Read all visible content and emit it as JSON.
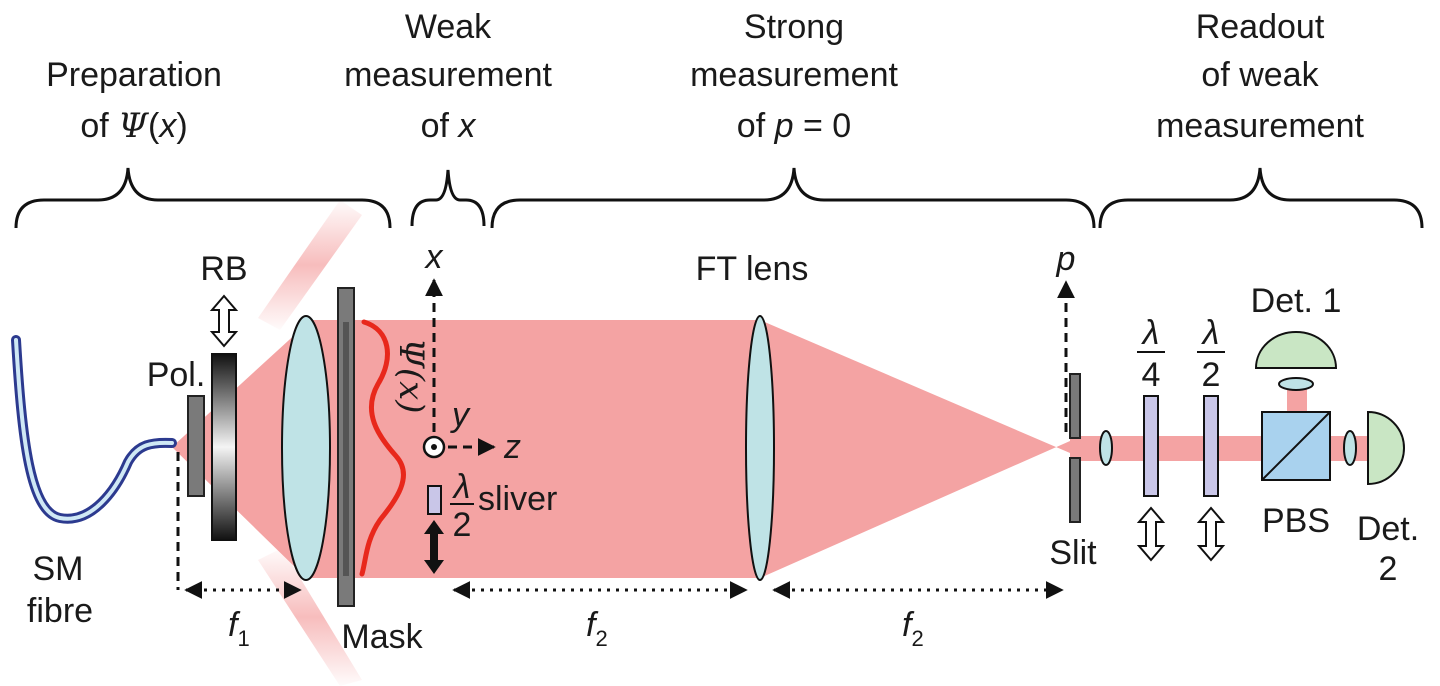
{
  "sections": {
    "preparation": [
      "Preparation",
      "of ",
      "Ψ",
      "(",
      "x",
      ")"
    ],
    "weak": [
      "Weak",
      "measurement",
      "of ",
      "x"
    ],
    "strong": [
      "Strong",
      "measurement",
      "of ",
      "p",
      " = 0"
    ],
    "readout": [
      "Readout",
      "of weak",
      "measurement"
    ]
  },
  "components": {
    "sm_fibre": [
      "SM",
      "fibre"
    ],
    "polarizer": "Pol.",
    "rb": "RB",
    "mask": "Mask",
    "ft_lens": "FT lens",
    "slit": "Slit",
    "pbs": "PBS",
    "det1": "Det. 1",
    "det2": [
      "Det.",
      "2"
    ],
    "sliver": "sliver",
    "wavefunction": "Ψ(x)"
  },
  "axes": {
    "x": "x",
    "y": "y",
    "z": "z",
    "p": "p"
  },
  "distances": {
    "f": "f",
    "sub1": "1",
    "sub2": "2"
  },
  "waveplates": {
    "quarter": {
      "num": "λ",
      "den": "4"
    },
    "half": {
      "num": "λ",
      "den": "2"
    },
    "sliver": {
      "num": "λ",
      "den": "2"
    }
  },
  "colors": {
    "beam": "#f4a3a3",
    "lens": "#bfe3e6",
    "waveplate": "#c9c6e8",
    "pbs": "#a9d2ee",
    "detector": "#c9e6c4",
    "wave": "#e8281c",
    "fibre": "#3949a8"
  }
}
